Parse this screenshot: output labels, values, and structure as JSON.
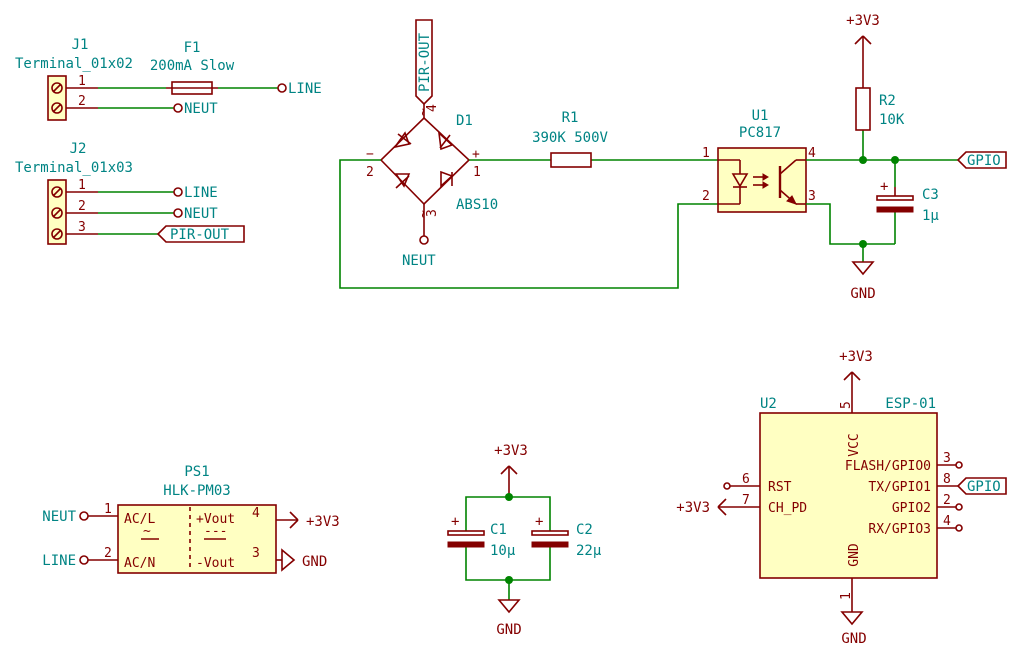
{
  "j1": {
    "ref": "J1",
    "value": "Terminal_01x02",
    "pins": [
      "1",
      "2"
    ]
  },
  "f1": {
    "ref": "F1",
    "value": "200mA Slow"
  },
  "j2": {
    "ref": "J2",
    "value": "Terminal_01x03",
    "pins": [
      "1",
      "2",
      "3"
    ]
  },
  "d1": {
    "ref": "D1",
    "value": "ABS10",
    "pins": {
      "plus": "1",
      "minus": "2",
      "ac1": "3",
      "ac2": "4"
    }
  },
  "r1": {
    "ref": "R1",
    "value": "390K 500V"
  },
  "u1": {
    "ref": "U1",
    "value": "PC817",
    "pins": [
      "1",
      "2",
      "3",
      "4"
    ]
  },
  "r2": {
    "ref": "R2",
    "value": "10K"
  },
  "c3": {
    "ref": "C3",
    "value": "1µ"
  },
  "ps1": {
    "ref": "PS1",
    "value": "HLK-PM03",
    "pins": {
      "acl": "AC/L",
      "acn": "AC/N",
      "vp": "+Vout",
      "vn": "-Vout",
      "p1": "1",
      "p2": "2",
      "p3": "3",
      "p4": "4"
    }
  },
  "c1": {
    "ref": "C1",
    "value": "10µ"
  },
  "c2": {
    "ref": "C2",
    "value": "22µ"
  },
  "u2": {
    "ref": "U2",
    "value": "ESP-01",
    "pins": {
      "vcc": "VCC",
      "gnd": "GND",
      "rst": "RST",
      "chpd": "CH_PD",
      "flash": "FLASH/GPIO0",
      "tx": "TX/GPIO1",
      "gpio2": "GPIO2",
      "rx": "RX/GPIO3"
    },
    "pin_numbers": {
      "vcc": "5",
      "gnd": "1",
      "rst": "6",
      "chpd": "7",
      "flash": "3",
      "tx": "8",
      "gpio2": "2",
      "rx": "4"
    }
  },
  "nets": {
    "line": "LINE",
    "neut": "NEUT",
    "pir_out": "PIR-OUT",
    "gpio": "GPIO",
    "v33": "+3V3",
    "gnd": "GND"
  },
  "marks": {
    "plus": "+",
    "minus": "−",
    "ac_sym": "~",
    "dc_sym": "---"
  },
  "colors": {
    "wire": "#008400",
    "body": "#840000",
    "fill": "#ffffc2",
    "text": "#008484"
  }
}
